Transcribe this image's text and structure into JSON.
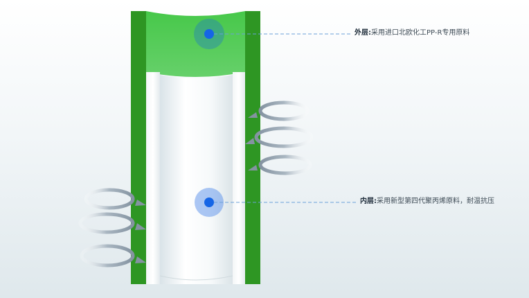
{
  "callouts": {
    "outer": {
      "tag": "外层",
      "separator": ":",
      "text": "采用进口北欧化工PP-R专用原料"
    },
    "inner": {
      "tag": "内层",
      "separator": ":",
      "text": "采用新型第四代聚丙烯原料，耐温抗压"
    }
  },
  "colors": {
    "outer_layer": "#2e9623",
    "outer_layer_light": "#3dbf3c",
    "inner_layer": "#eef3f4",
    "marker": "#1565e6",
    "leader_line": "#6aa0d8",
    "arrow": "#9aa9b6"
  },
  "icons": [
    "pipe-cross-section",
    "swirl-arrow",
    "marker-dot"
  ]
}
